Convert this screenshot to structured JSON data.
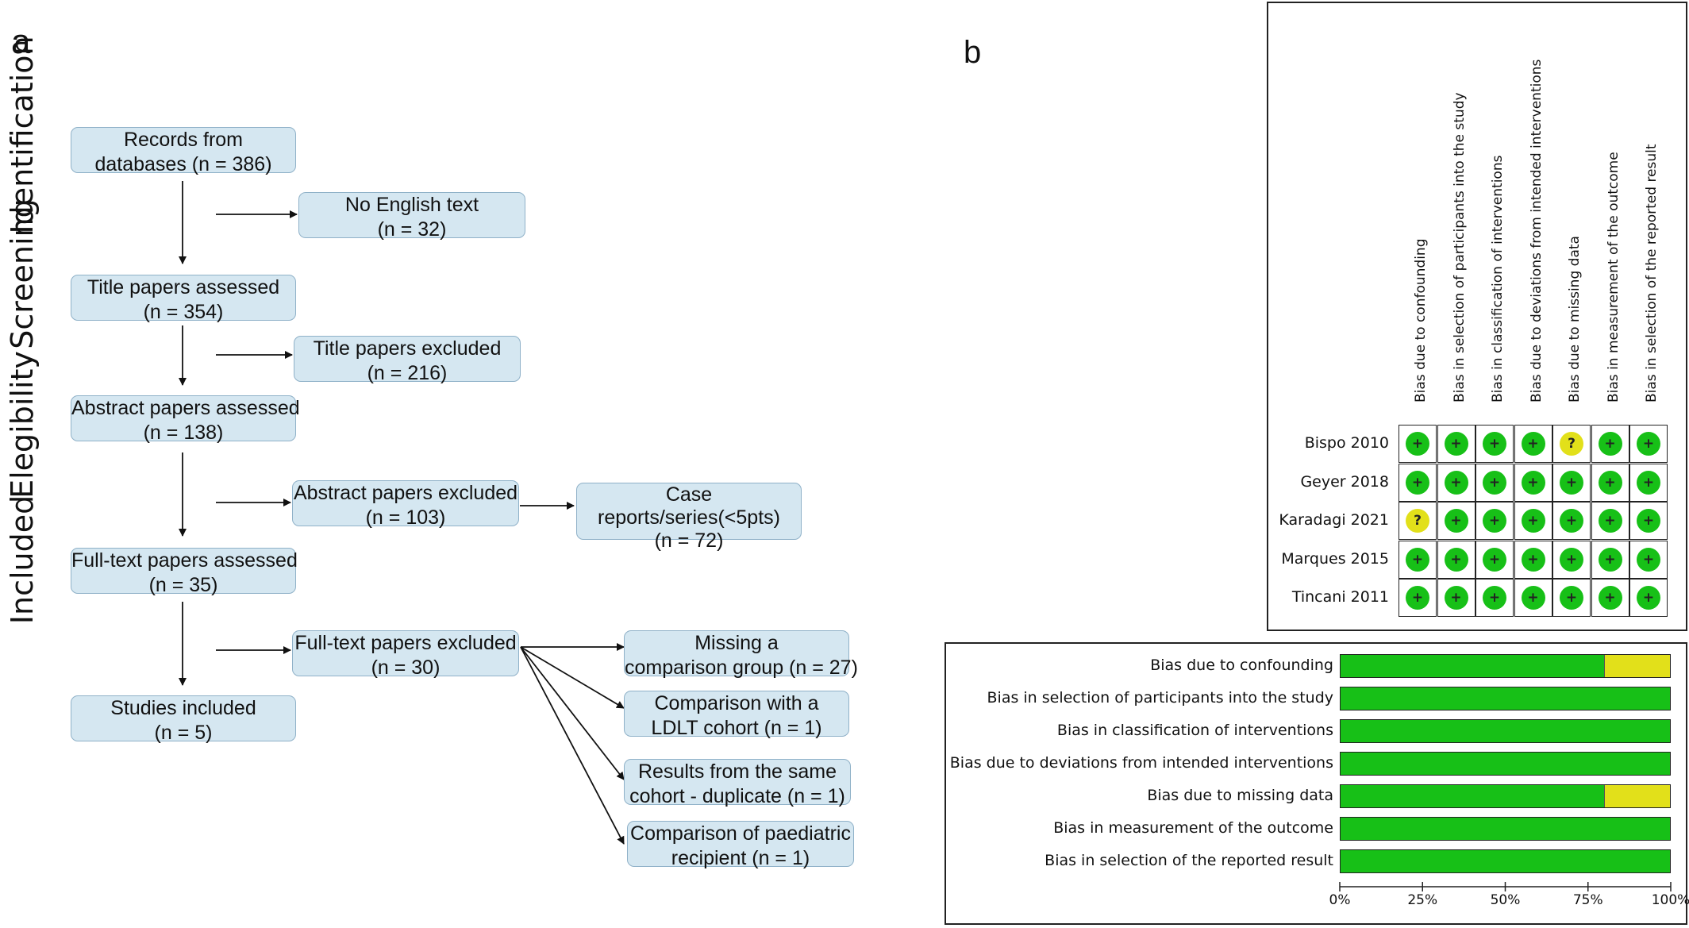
{
  "panel_a": {
    "letter": "a",
    "stages": [
      "Identification",
      "Screening",
      "Elegibility",
      "Included"
    ],
    "boxes": {
      "records": [
        "Records from",
        "databases (n = 386)"
      ],
      "no_english": [
        "No English text",
        "(n = 32)"
      ],
      "title_assessed": [
        "Title papers assessed",
        "(n = 354)"
      ],
      "title_excluded": [
        "Title papers excluded",
        "(n = 216)"
      ],
      "abstract_assessed": [
        "Abstract papers assessed",
        "(n = 138)"
      ],
      "abstract_excluded": [
        "Abstract papers excluded",
        "(n = 103)"
      ],
      "case_reports": [
        "Case",
        "reports/series(<5pts)",
        "(n = 72)"
      ],
      "fulltext_assessed": [
        "Full-text papers assessed",
        "(n = 35)"
      ],
      "fulltext_excluded": [
        "Full-text papers excluded",
        "(n = 30)"
      ],
      "missing_comparison": [
        "Missing a",
        "comparison group (n = 27)"
      ],
      "ldlt": [
        "Comparison with a",
        "LDLT cohort (n = 1)"
      ],
      "duplicate": [
        "Results from the same",
        "cohort - duplicate (n = 1)"
      ],
      "paediatric": [
        "Comparison of paediatric",
        "recipient (n = 1)"
      ],
      "included": [
        "Studies included",
        "(n = 5)"
      ]
    }
  },
  "panel_b": {
    "letter": "b",
    "domains": [
      "Bias due to confounding",
      "Bias in selection of participants into the study",
      "Bias in classification of interventions",
      "Bias due to deviations from intended interventions",
      "Bias due to missing data",
      "Bias in measurement of the outcome",
      "Bias in selection of the reported result"
    ],
    "studies": [
      {
        "name": "Bispo 2010",
        "ratings": [
          "low",
          "low",
          "low",
          "low",
          "some",
          "low",
          "low"
        ]
      },
      {
        "name": "Geyer 2018",
        "ratings": [
          "low",
          "low",
          "low",
          "low",
          "low",
          "low",
          "low"
        ]
      },
      {
        "name": "Karadagi 2021",
        "ratings": [
          "some",
          "low",
          "low",
          "low",
          "low",
          "low",
          "low"
        ]
      },
      {
        "name": "Marques 2015",
        "ratings": [
          "low",
          "low",
          "low",
          "low",
          "low",
          "low",
          "low"
        ]
      },
      {
        "name": "Tincani 2011",
        "ratings": [
          "low",
          "low",
          "low",
          "low",
          "low",
          "low",
          "low"
        ]
      }
    ],
    "symbols": {
      "low": "+",
      "some": "?"
    },
    "colors": {
      "low": "#17c017",
      "some": "#e2e01a"
    }
  },
  "chart_data": {
    "type": "bar",
    "orientation": "horizontal-stacked",
    "categories": [
      "Bias due to confounding",
      "Bias in selection of participants into the study",
      "Bias in classification of interventions",
      "Bias due to deviations from intended interventions",
      "Bias due to missing data",
      "Bias in measurement of the outcome",
      "Bias in selection of the reported result"
    ],
    "series": [
      {
        "key": "low",
        "values": [
          80,
          100,
          100,
          100,
          80,
          100,
          100
        ]
      },
      {
        "key": "some",
        "values": [
          20,
          0,
          0,
          0,
          20,
          0,
          0
        ]
      }
    ],
    "xlim": [
      0,
      100
    ],
    "xticks": [
      "0%",
      "25%",
      "50%",
      "75%",
      "100%"
    ]
  }
}
